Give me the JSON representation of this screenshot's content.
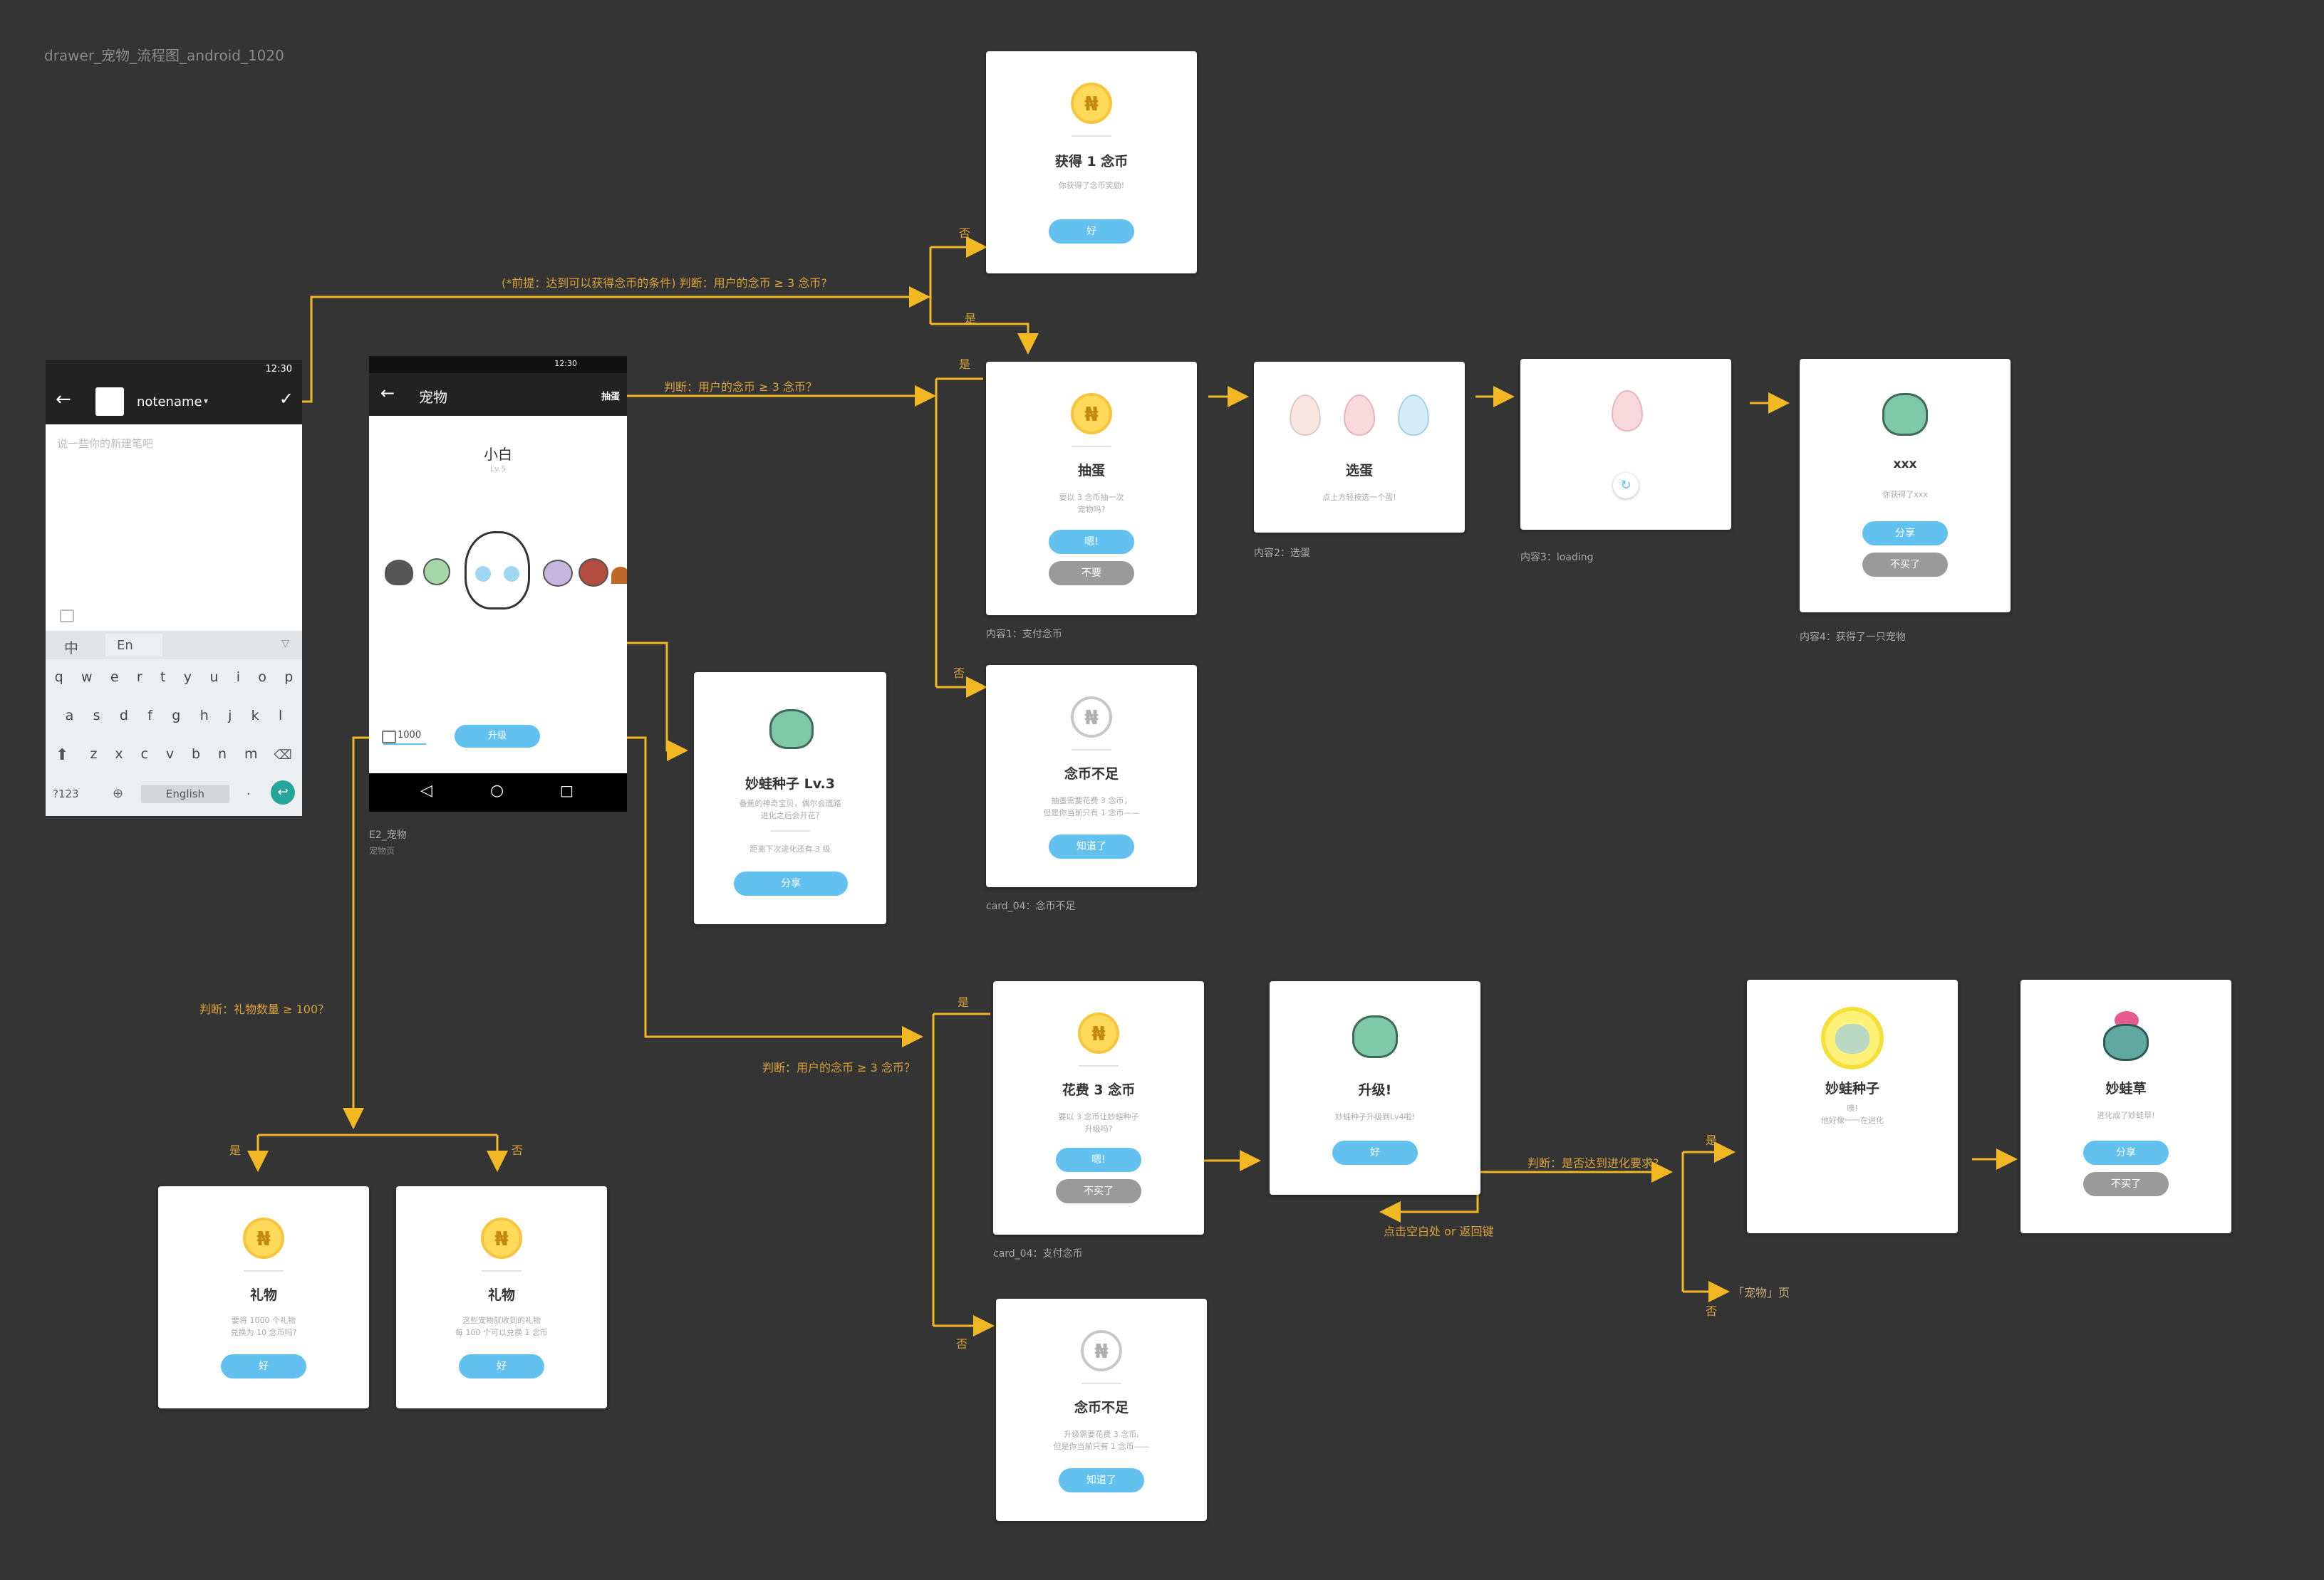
{
  "doc_title": "drawer_宠物_流程图_android_1020",
  "phone1": {
    "time": "12:30",
    "title": "notename",
    "placeholder": "说一些你的新建笔吧",
    "kb_lang1": "中",
    "kb_lang2": "En",
    "row1": [
      "q",
      "w",
      "e",
      "r",
      "t",
      "y",
      "u",
      "i",
      "o",
      "p"
    ],
    "row2": [
      "a",
      "s",
      "d",
      "f",
      "g",
      "h",
      "j",
      "k",
      "l"
    ],
    "row3": [
      "z",
      "x",
      "c",
      "v",
      "b",
      "n",
      "m"
    ],
    "sym": "?123",
    "space": "English",
    "dot": "."
  },
  "phone2": {
    "time": "12:30",
    "title": "宠物",
    "action": "抽蛋",
    "pet_name": "小白",
    "pet_level": "Lv.5",
    "gift_count": "1000",
    "upgrade": "升级",
    "caption": "E2_宠物",
    "caption_sub": "宠物页"
  },
  "card_get_coin": {
    "title": "获得 1 念币",
    "sub": "你获得了念币奖励!",
    "btn": "好"
  },
  "card_draw": {
    "title": "抽蛋",
    "sub": "要以 3 念币抽一次\n宠物吗?",
    "btn_yes": "嗯!",
    "btn_no": "不要",
    "caption": "内容1：支付念币"
  },
  "card_pick": {
    "title": "选蛋",
    "sub": "点上方轻按选一个蛋!",
    "caption": "内容2：选蛋"
  },
  "card_loading": {
    "caption": "内容3：loading"
  },
  "card_got_pet": {
    "title": "xxx",
    "sub": "你获得了xxx",
    "btn_share": "分享",
    "btn_no": "不买了",
    "caption": "内容4：获得了一只宠物"
  },
  "card_not_enough1": {
    "title": "念币不足",
    "sub": "抽蛋需要花费 3 念币，\n但是你当前只有 1 念币——",
    "btn": "知道了",
    "caption": "card_04：念币不足"
  },
  "card_bulba": {
    "title": "妙蛙种子 Lv.3",
    "sub": "番蕉的神奇宝贝，偶尔会遗路\n进化之后会开花?",
    "sub2": "距离下次进化还有 3 级",
    "btn": "分享"
  },
  "card_spend": {
    "title": "花费 3 念币",
    "sub": "要以 3 念币让妙蛙种子\n升级吗?",
    "btn_yes": "嗯!",
    "btn_no": "不买了",
    "caption": "card_04：支付念币"
  },
  "card_upgraded": {
    "title": "升级!",
    "sub": "妙蛙种子升级到Lv4啦!",
    "btn": "好"
  },
  "card_evolving": {
    "title": "妙蛙种子",
    "sub": "咦!\n他好像一一在进化"
  },
  "card_ivysaur": {
    "title": "妙蛙草",
    "sub": "进化成了妙蛙草!",
    "btn_share": "分享",
    "btn_no": "不买了"
  },
  "card_not_enough2": {
    "title": "念币不足",
    "sub": "升级需要花费 3 念币,\n但是你当前只有 1 念币——",
    "btn": "知道了"
  },
  "card_gift_yes": {
    "title": "礼物",
    "sub": "要将 1000 个礼物\n兑换为 10 念币吗?",
    "btn": "好"
  },
  "card_gift_no": {
    "title": "礼物",
    "sub": "这些宠物就收到的礼物\n每 100 个可以兑换 1 念币",
    "btn": "好"
  },
  "labels": {
    "premise": "(*前提：达到可以获得念币的条件)   判断：用户的念币 ≥ 3 念币?",
    "judge_draw": "判断：用户的念币 ≥ 3 念币？",
    "judge_upgrade": "判断：用户的念币 ≥ 3 念币？",
    "judge_gift": "判断：礼物数量 ≥ 100？",
    "judge_evolve": "判断：是否达到进化要求?",
    "back": "点击空白处 or 返回键",
    "pet_page": "「宠物」页",
    "yes": "是",
    "no": "否"
  },
  "colors": {
    "line": "#f2b824",
    "button": "#62c1ee",
    "background": "#343434"
  }
}
